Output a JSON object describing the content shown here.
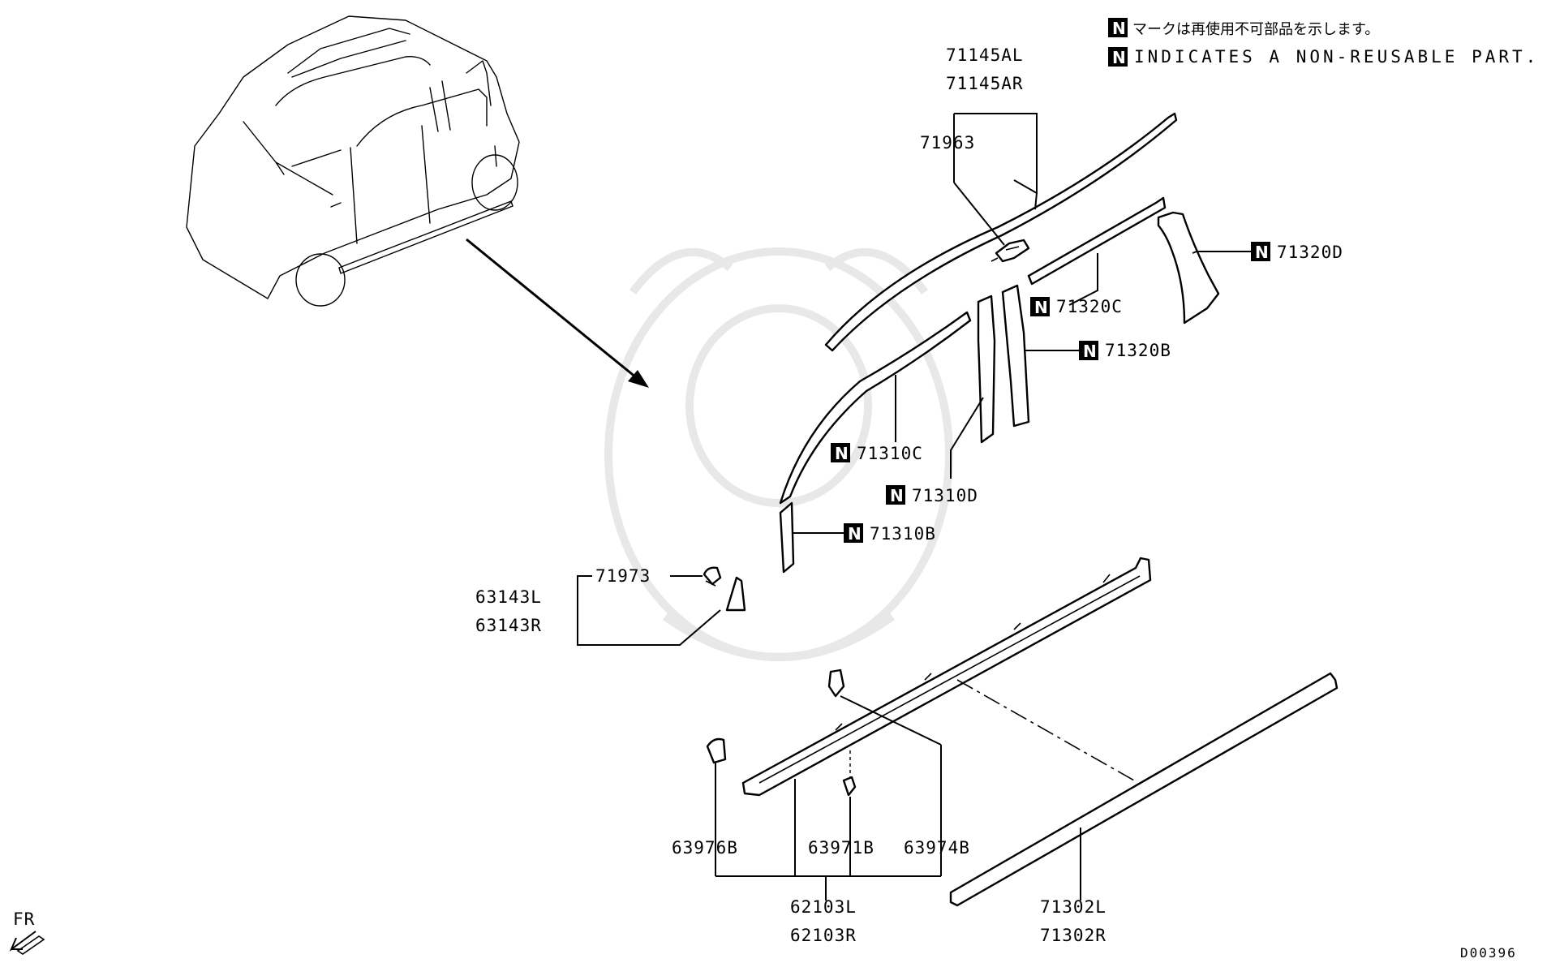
{
  "notice": {
    "line_jp": "マークは再使用不可部品を示します。",
    "line_en": "INDICATES A NON-REUSABLE PART.",
    "badge": "N"
  },
  "labels": {
    "p71145AL": "71145AL",
    "p71145AR": "71145AR",
    "p71963": "71963",
    "p71320D": "71320D",
    "p71320C": "71320C",
    "p71320B": "71320B",
    "p71310C": "71310C",
    "p71310D": "71310D",
    "p71310B": "71310B",
    "p71973": "71973",
    "p63143L": "63143L",
    "p63143R": "63143R",
    "p63976B": "63976B",
    "p63971B": "63971B",
    "p63974B": "63974B",
    "p62103L": "62103L",
    "p62103R": "62103R",
    "p71302L": "71302L",
    "p71302R": "71302R"
  },
  "direction": "FR",
  "diagram_code": "D00396"
}
